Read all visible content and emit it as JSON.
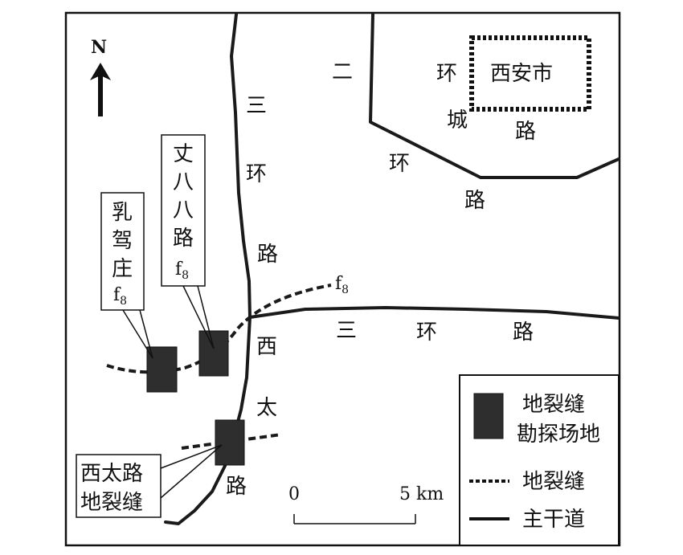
{
  "north_label": "N",
  "city": {
    "label": "西安市",
    "wall_road_chars": [
      "环",
      "城",
      "路"
    ]
  },
  "roads": {
    "second_ring_chars": [
      "二",
      "环",
      "路"
    ],
    "third_ring_west_chars": [
      "三",
      "环",
      "路"
    ],
    "third_ring_south_chars": [
      "三",
      "环",
      "路"
    ],
    "xitai_road_chars": [
      "西",
      "太",
      "路"
    ]
  },
  "crack_label": {
    "name": "f",
    "subscript": "8"
  },
  "callouts": {
    "ruijiazhuang": {
      "chars": [
        "乳",
        "驾",
        "庄"
      ],
      "fault": "f",
      "sub": "8"
    },
    "zhangbabalu": {
      "chars": [
        "丈",
        "八",
        "八",
        "路"
      ],
      "fault": "f",
      "sub": "8"
    },
    "xitailu": {
      "line1": "西太路",
      "line2": "地裂缝"
    }
  },
  "scale": {
    "start": "0",
    "end": "5 km"
  },
  "legend": {
    "site_line1": "地裂缝",
    "site_line2": "勘探场地",
    "crack": "地裂缝",
    "road": "主干道"
  }
}
